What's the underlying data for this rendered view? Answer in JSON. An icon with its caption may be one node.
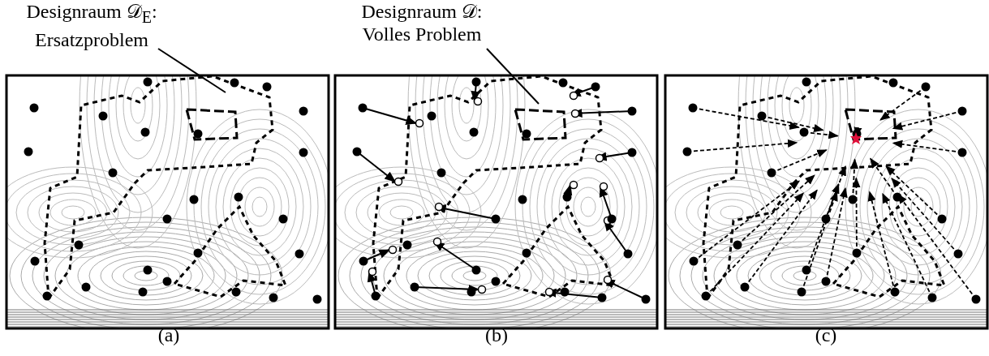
{
  "diagram": {
    "nodes": [
      {
        "text": [
          "Designraum 𝒟$_{E}$: Ersatzproblem"
        ]
      },
      {
        "text": [
          "Designraum 𝒟: Volles Problem"
        ]
      }
    ],
    "edges": [
      {
        "from": 0,
        "to": null,
        "arrow": "none"
      },
      {
        "from": 1,
        "to": null,
        "arrow": "none"
      }
    ],
    "labels": [
      "(a)",
      "(b)",
      "(c)"
    ]
  }
}
